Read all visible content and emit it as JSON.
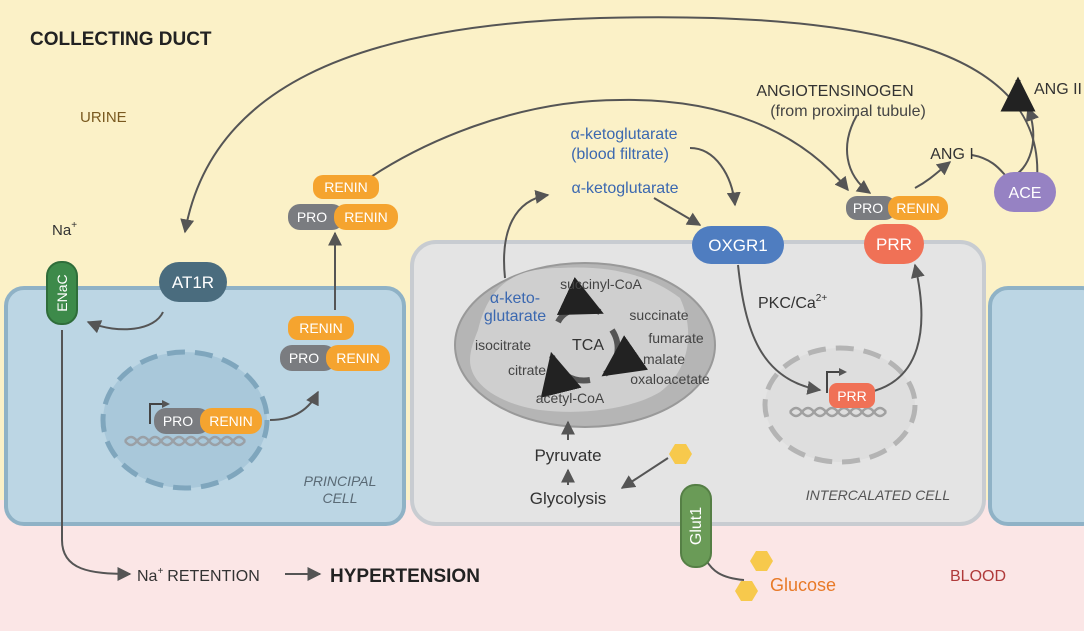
{
  "regions": {
    "title": "COLLECTING DUCT",
    "urine": "URINE",
    "blood": "BLOOD"
  },
  "principal_cell": {
    "label_line1": "PRINCIPAL",
    "label_line2": "CELL",
    "enac": "ENaC",
    "at1r": "AT1R",
    "pro": "PRO",
    "renin": "RENIN"
  },
  "intercalated_cell": {
    "label": "INTERCALATED CELL",
    "oxgr1": "OXGR1",
    "prr": "PRR",
    "pkc_prefix": "PKC/Ca",
    "pkc_sup": "2+",
    "glut1": "Glut1"
  },
  "mitochondrion": {
    "center": "TCA",
    "akg_line1": "α-keto-",
    "akg_line2": "glutarate",
    "metabolites": {
      "succinyl_coa": "succinyl-CoA",
      "succinate": "succinate",
      "fumarate": "fumarate",
      "malate": "malate",
      "oxaloacetate": "oxaloacetate",
      "isocitrate": "isocitrate",
      "citrate": "citrate",
      "acetyl_coa": "acetyl-CoA"
    }
  },
  "pathway": {
    "pyruvate": "Pyruvate",
    "glycolysis": "Glycolysis",
    "glucose": "Glucose",
    "akg_blood_line1": "α-ketoglutarate",
    "akg_blood_line2": "(blood filtrate)",
    "akg_secreted": "α-ketoglutarate",
    "angiotensinogen": "ANGIOTENSINOGEN",
    "angiotensinogen_src": "(from proximal tubule)",
    "ang1": "ANG I",
    "ang2": "ANG II",
    "ace": "ACE",
    "na": "Na",
    "na_plus": "+",
    "retention": "RETENTION",
    "hypertension": "HYPERTENSION"
  },
  "colors": {
    "urine": "#fbf1c7",
    "blood": "#fbe6e6",
    "principal_cell": "#bcd6e4",
    "intercalated_cell": "#e4e4e4",
    "renin": "#f5a42f",
    "pro": "#7a7c80",
    "oxgr1": "#4f7dc0",
    "prr": "#f07156",
    "ace": "#9682c3",
    "at1r": "#4a6c7e",
    "channel": "#3d8a4a",
    "akg_text": "#3b68b0",
    "glucose": "#e87a28",
    "hexagon": "#f7c94c",
    "arrow": "#555555"
  }
}
